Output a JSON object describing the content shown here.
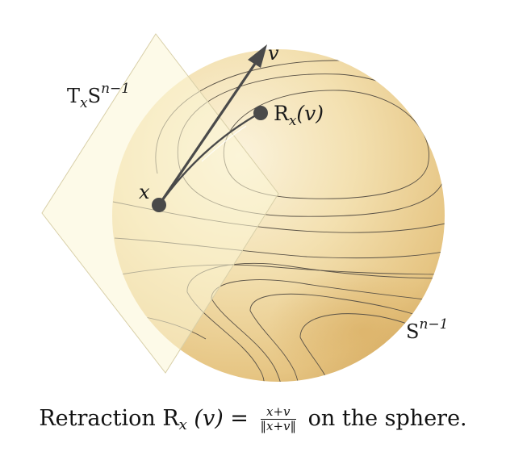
{
  "labels": {
    "v": "v",
    "x": "x",
    "retraction_point": "R",
    "retraction_sub": "x",
    "retraction_arg": "(v)",
    "tangent_T": "T",
    "tangent_sub": "x",
    "tangent_S": "S",
    "tangent_sup": "n−1",
    "sphere_S": "S",
    "sphere_sup": "n−1"
  },
  "caption": {
    "prefix": "Retraction R",
    "sub": "x",
    "arg": "(v) =",
    "numerator": "x+v",
    "denominator": "‖x+v‖",
    "suffix": "on the sphere."
  },
  "colors": {
    "sphere_light": "#fbf2d8",
    "sphere_mid": "#f0d9a0",
    "sphere_dark": "#d9b56c",
    "plane_fill": "#fbf6d6",
    "plane_stroke": "#d8cfa8",
    "arrow": "#4a4a4a",
    "contour": "#5a5246"
  }
}
